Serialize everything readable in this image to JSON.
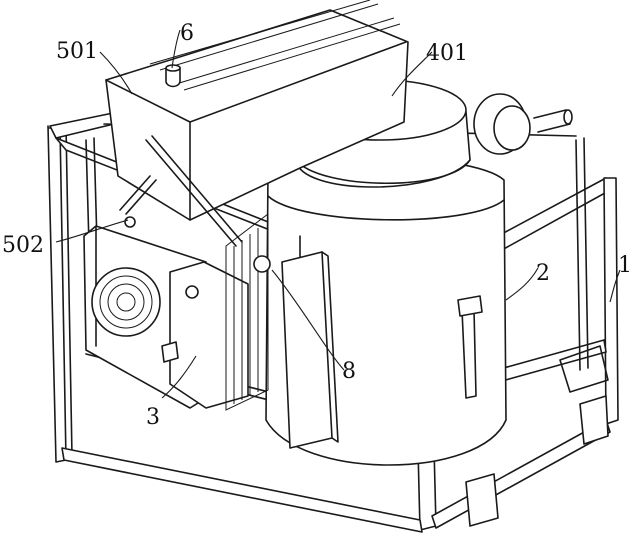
{
  "labels": {
    "frame": "1",
    "vessel": "2",
    "fan_unit": "3",
    "fill_port": "6",
    "perforated_plate": "8",
    "vessel_lid_cap": "401",
    "tank": "501",
    "pipe": "502"
  }
}
